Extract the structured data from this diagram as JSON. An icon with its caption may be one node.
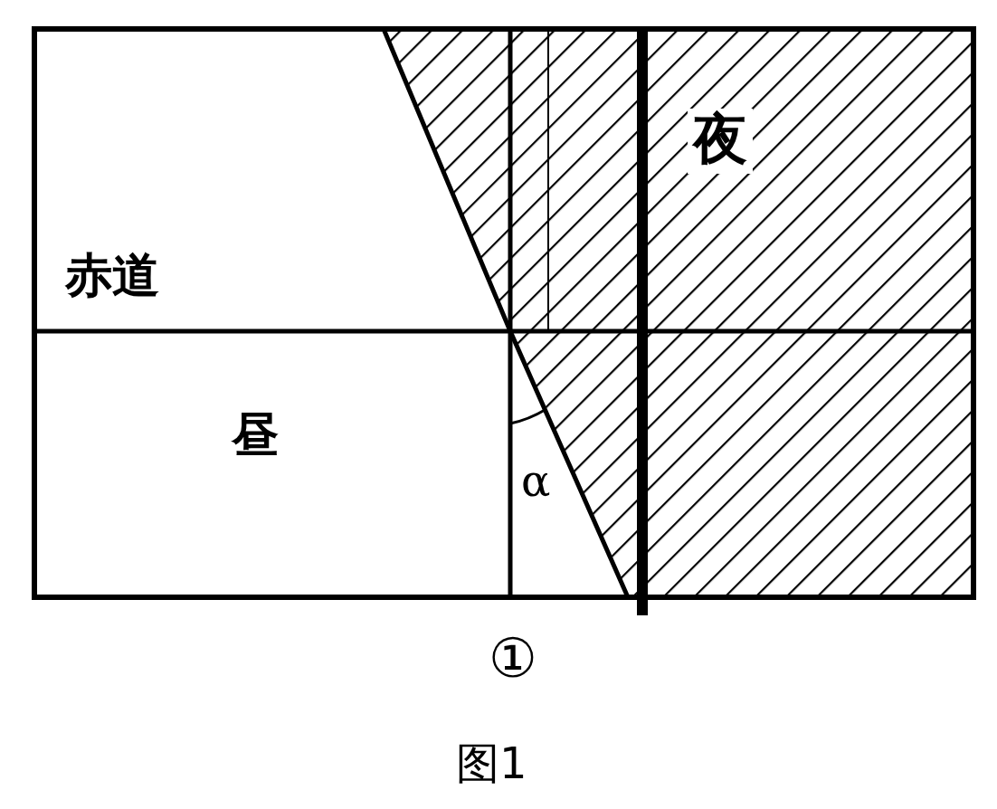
{
  "diagram": {
    "caption": "图1",
    "labels": [
      "夜",
      "赤道",
      "昼",
      "α",
      "①"
    ]
  }
}
